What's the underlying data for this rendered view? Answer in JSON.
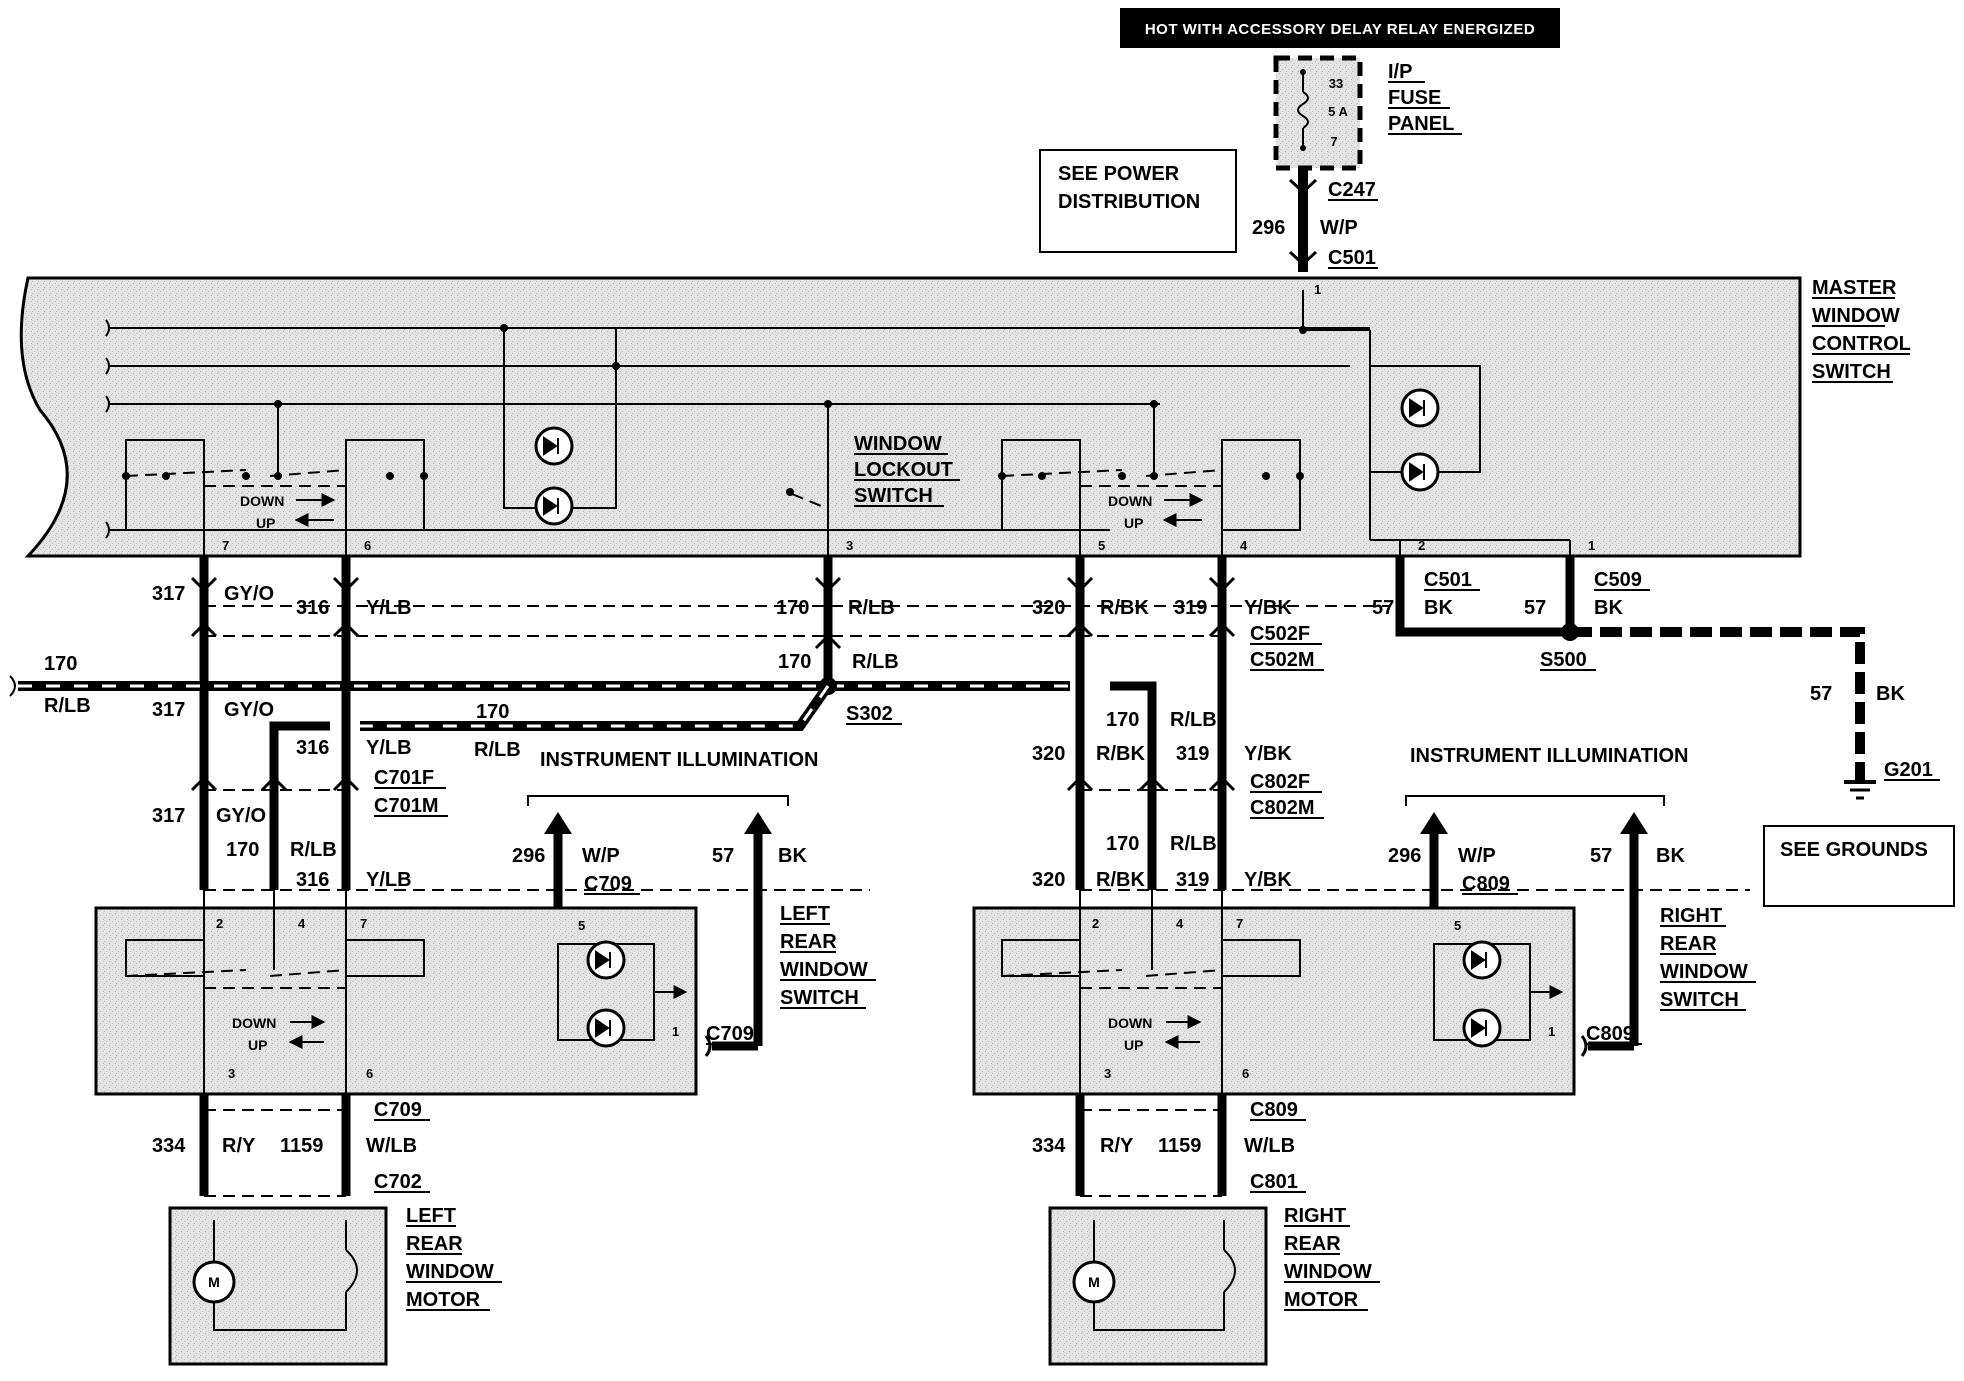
{
  "diagram": {
    "power": {
      "banner": "HOT WITH ACCESSORY DELAY RELAY ENERGIZED",
      "fuse": {
        "num_top": "33",
        "rating": "5 A",
        "num_bottom": "7"
      },
      "panel_label": [
        "I/P",
        "FUSE",
        "PANEL"
      ],
      "see_power": [
        "SEE POWER",
        "DISTRIBUTION"
      ],
      "c247": "C247",
      "c501": "C501",
      "circuit_296": "296",
      "wp": "W/P"
    },
    "master": {
      "label": [
        "MASTER",
        "WINDOW",
        "CONTROL",
        "SWITCH"
      ],
      "lockout": [
        "WINDOW",
        "LOCKOUT",
        "SWITCH"
      ],
      "down": "DOWN",
      "up": "UP",
      "pins": [
        "7",
        "6",
        "3",
        "5",
        "4",
        "2",
        "1",
        "1"
      ]
    },
    "harness": {
      "wires": {
        "c317": "317",
        "gy_o": "GY/O",
        "c316": "316",
        "y_lb": "Y/LB",
        "c170": "170",
        "r_lb": "R/LB",
        "c320": "320",
        "r_bk": "R/BK",
        "c319": "319",
        "y_bk": "Y/BK",
        "c57": "57",
        "bk": "BK"
      },
      "connectors": {
        "c501": "C501",
        "c509": "C509",
        "s500": "S500",
        "s302": "S302",
        "c502f": "C502F",
        "c502m": "C502M",
        "c701f": "C701F",
        "c701m": "C701M",
        "c802f": "C802F",
        "c802m": "C802M",
        "g201": "G201"
      },
      "see_grounds": "SEE GROUNDS",
      "illumination": "INSTRUMENT ILLUMINATION"
    },
    "left": {
      "c709": "C709",
      "switch_label": [
        "LEFT",
        "REAR",
        "WINDOW",
        "SWITCH"
      ],
      "pins": [
        "2",
        "4",
        "7",
        "3",
        "6",
        "5",
        "1"
      ],
      "down": "DOWN",
      "up": "UP",
      "c334": "334",
      "ry": "R/Y",
      "c1159": "1159",
      "wlb": "W/LB",
      "c709b": "C709",
      "c702": "C702",
      "motor_letter": "M",
      "motor_label": [
        "LEFT",
        "REAR",
        "WINDOW",
        "MOTOR"
      ]
    },
    "right": {
      "c809": "C809",
      "switch_label": [
        "RIGHT",
        "REAR",
        "WINDOW",
        "SWITCH"
      ],
      "pins": [
        "2",
        "4",
        "7",
        "3",
        "6",
        "5",
        "1"
      ],
      "down": "DOWN",
      "up": "UP",
      "c334": "334",
      "ry": "R/Y",
      "c1159": "1159",
      "wlb": "W/LB",
      "c809b": "C809",
      "c801": "C801",
      "motor_letter": "M",
      "motor_label": [
        "RIGHT",
        "REAR",
        "WINDOW",
        "MOTOR"
      ]
    }
  },
  "colors": {
    "ink": "#000000",
    "paper": "#ffffff",
    "module_fill": "#dcdcdc"
  },
  "icons": [
    "fuse-icon",
    "motor-icon",
    "lamp-icon",
    "ground-icon",
    "splice-dot-icon",
    "arrow-icon"
  ]
}
